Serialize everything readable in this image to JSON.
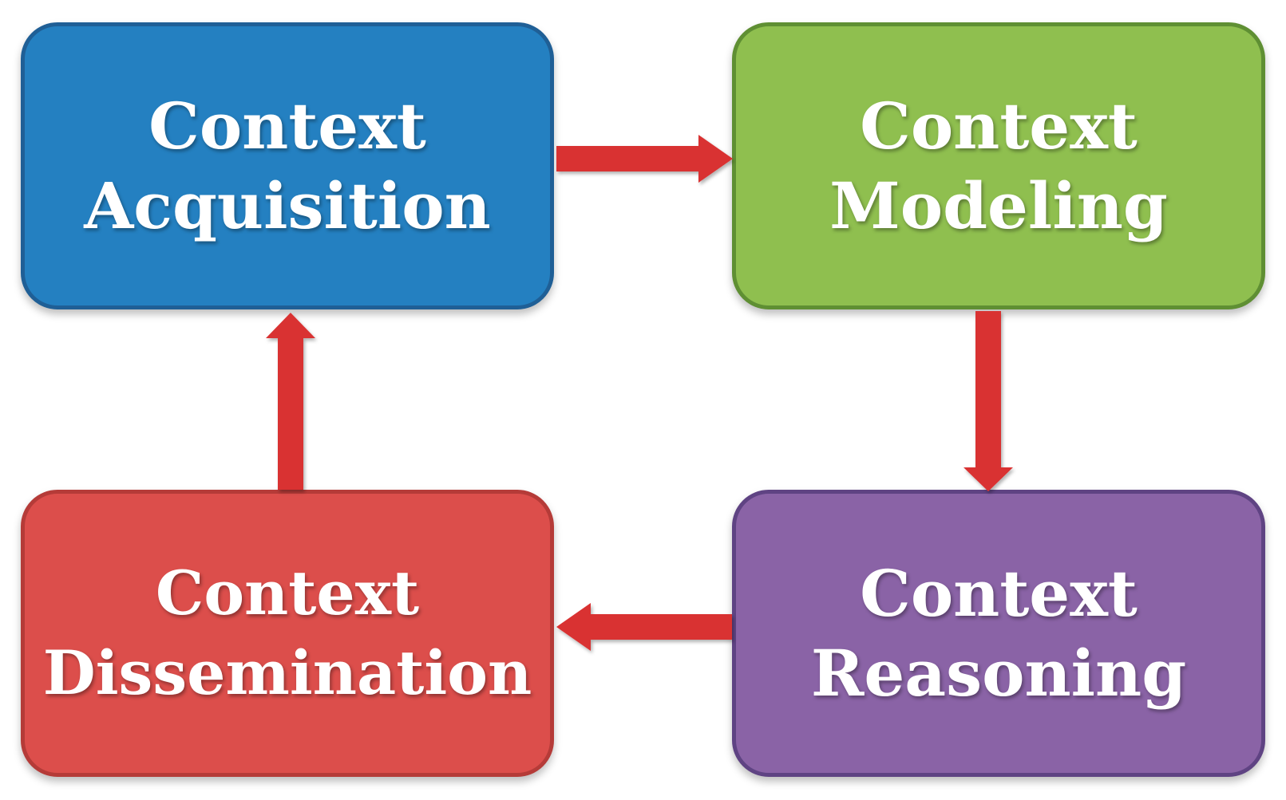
{
  "colors": {
    "acquisition": "#2480c1",
    "modeling": "#8fbf4f",
    "reasoning": "#8a63a6",
    "dissemination": "#dc4e4b",
    "arrow": "#d93232"
  },
  "boxes": {
    "acquisition": {
      "line1": "Context",
      "line2": "Acquisition"
    },
    "modeling": {
      "line1": "Context",
      "line2": "Modeling"
    },
    "reasoning": {
      "line1": "Context",
      "line2": "Reasoning"
    },
    "dissemination": {
      "line1": "Context",
      "line2": "Dissemination"
    }
  },
  "flow": [
    {
      "from": "acquisition",
      "to": "modeling"
    },
    {
      "from": "modeling",
      "to": "reasoning"
    },
    {
      "from": "reasoning",
      "to": "dissemination"
    },
    {
      "from": "dissemination",
      "to": "acquisition"
    }
  ]
}
